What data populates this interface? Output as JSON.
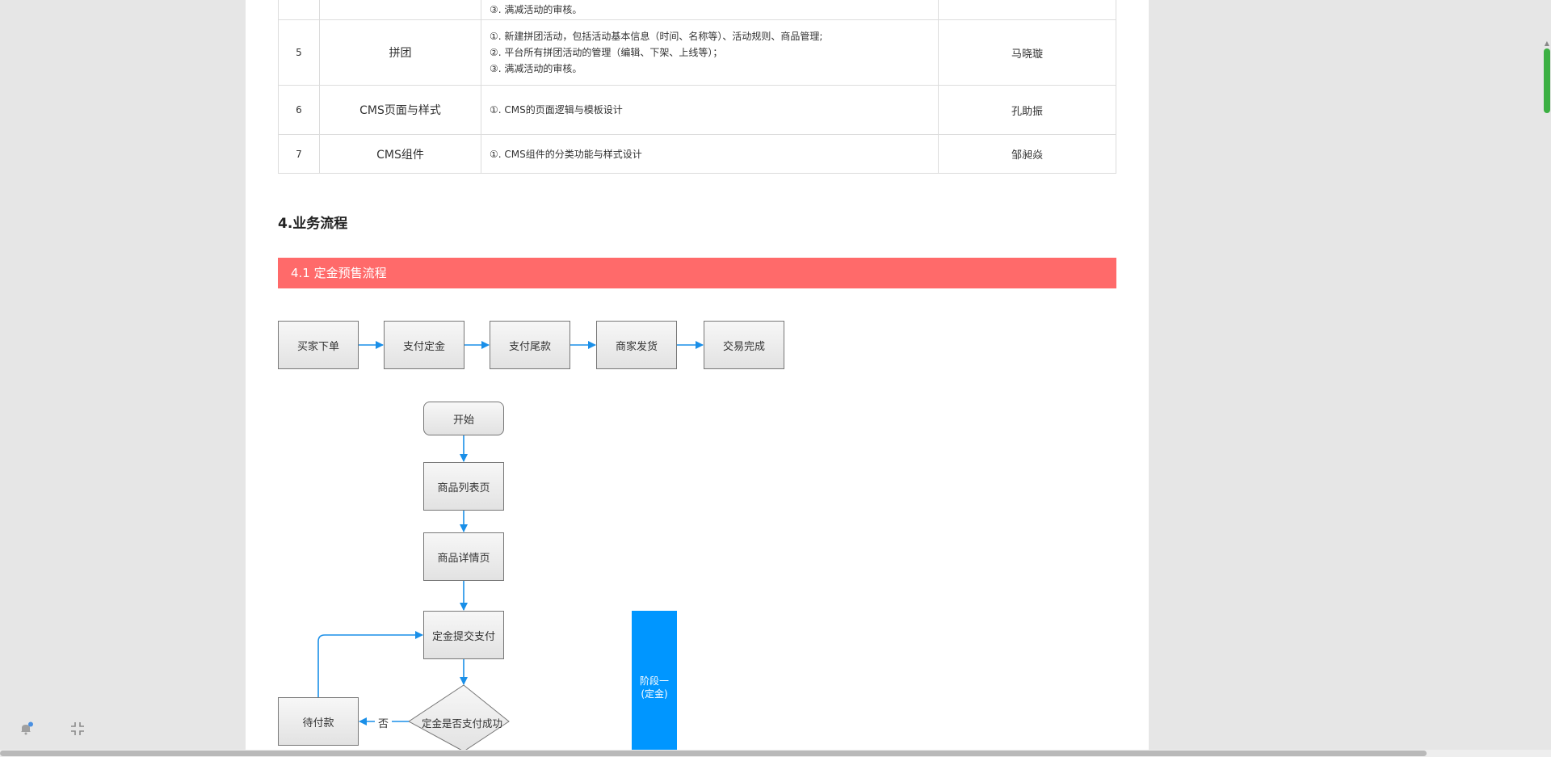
{
  "table": {
    "rows": [
      {
        "no": "",
        "name": "",
        "desc": [
          "③. 满减活动的审核。"
        ],
        "owner": ""
      },
      {
        "no": "5",
        "name": "拼团",
        "desc": [
          "①. 新建拼团活动，包括活动基本信息（时间、名称等）、活动规则、商品管理;",
          "②. 平台所有拼团活动的管理（编辑、下架、上线等）；",
          "③. 满减活动的审核。"
        ],
        "owner": "马晓璇"
      },
      {
        "no": "6",
        "name": "CMS页面与样式",
        "desc": [
          "①. CMS的页面逻辑与模板设计"
        ],
        "owner": "孔助振"
      },
      {
        "no": "7",
        "name": "CMS组件",
        "desc": [
          "①. CMS组件的分类功能与样式设计"
        ],
        "owner": "邹昶焱"
      }
    ]
  },
  "section_title": "4.业务流程",
  "banner_title": "4.1 定金预售流程",
  "process": [
    "买家下单",
    "支付定金",
    "支付尾款",
    "商家发货",
    "交易完成"
  ],
  "flow": {
    "start": "开始",
    "list_page": "商品列表页",
    "detail_page": "商品详情页",
    "submit_pay": "定金提交支付",
    "decision": "定金是否支付成功",
    "no_label": "否",
    "pending": "待付款",
    "phase_line1": "阶段一",
    "phase_line2": "(定金)"
  },
  "colors": {
    "banner": "#ff6a6a",
    "arrow": "#1a8fe8",
    "phase": "#0096ff",
    "scroll_thumb": "#3cb043"
  },
  "icons": [
    "notification-icon",
    "collapse-icon"
  ]
}
